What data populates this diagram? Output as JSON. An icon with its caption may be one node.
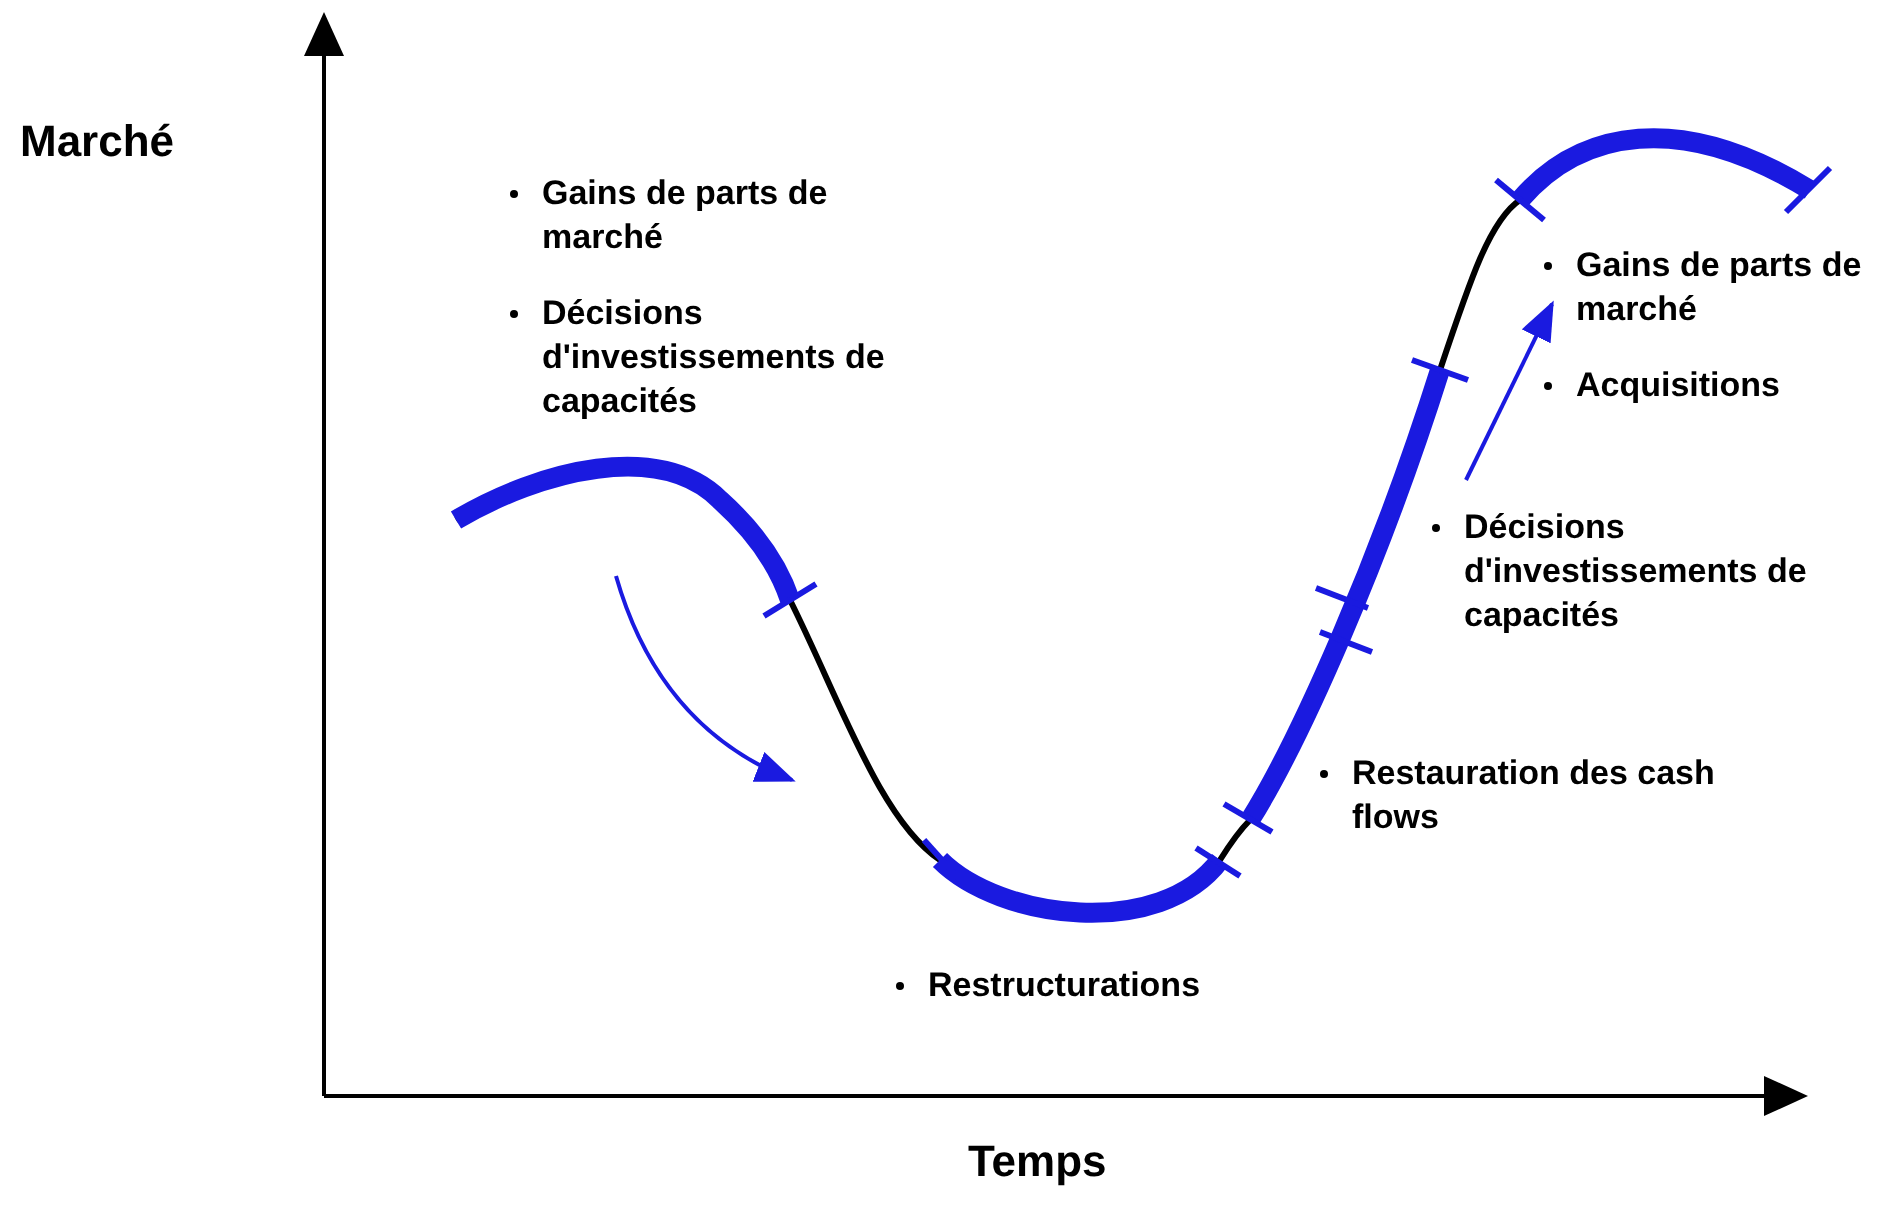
{
  "diagram": {
    "labels": [
      "Marché",
      "Gains de parts de marché",
      "Décisions d'investissements de capacités",
      "Gains de parts de marché",
      "Acquisitions",
      "Décisions d'investissements de capacités",
      "Restauration des cash flows",
      "Restructurations",
      "Temps"
    ]
  }
}
